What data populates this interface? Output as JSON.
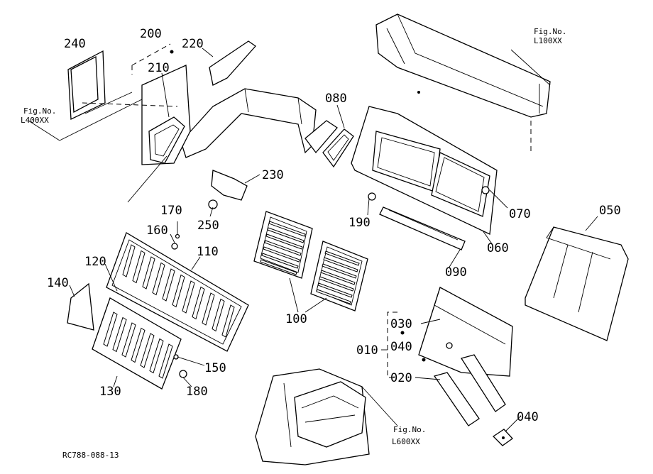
{
  "callouts": {
    "c240": "240",
    "c200": "200",
    "c220": "220",
    "c210": "210",
    "c080": "080",
    "c230": "230",
    "c250": "250",
    "c190": "190",
    "c070": "070",
    "c060": "060",
    "c050": "050",
    "c090": "090",
    "c170": "170",
    "c160": "160",
    "c120": "120",
    "c110": "110",
    "c140": "140",
    "c100": "100",
    "c030": "030",
    "c010": "010",
    "c040a": "040",
    "c020": "020",
    "c150": "150",
    "c130": "130",
    "c180": "180",
    "c040b": "040"
  },
  "refs": {
    "l100": {
      "line1": "Fig.No.",
      "line2": "L100XX"
    },
    "l400": {
      "line1": "Fig.No.",
      "line2": "L400XX"
    },
    "l600": {
      "line1": "Fig.No.",
      "line2": "L600XX"
    }
  },
  "diagram_code": "RC788-088-13"
}
